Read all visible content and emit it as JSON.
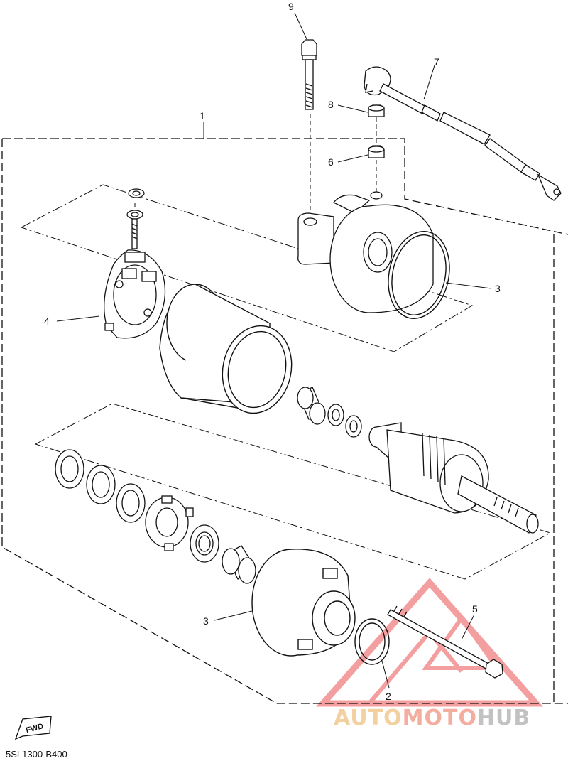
{
  "callouts": [
    {
      "id": "c1",
      "label": "1"
    },
    {
      "id": "c2",
      "label": "2"
    },
    {
      "id": "c3a",
      "label": "3"
    },
    {
      "id": "c3b",
      "label": "3"
    },
    {
      "id": "c4",
      "label": "4"
    },
    {
      "id": "c5",
      "label": "5"
    },
    {
      "id": "c6",
      "label": "6"
    },
    {
      "id": "c7",
      "label": "7"
    },
    {
      "id": "c8",
      "label": "8"
    },
    {
      "id": "c9",
      "label": "9"
    }
  ],
  "fwd_label": "FWD",
  "diagram_code": "5SL1300-B400",
  "watermark": {
    "part1": "AUTO",
    "part2": "MOTO",
    "part3": "HUB",
    "colors": {
      "auto": "#f0c890",
      "moto": "#f2a090",
      "hub": "#b8b8b8",
      "triangle": "#f08080"
    }
  }
}
